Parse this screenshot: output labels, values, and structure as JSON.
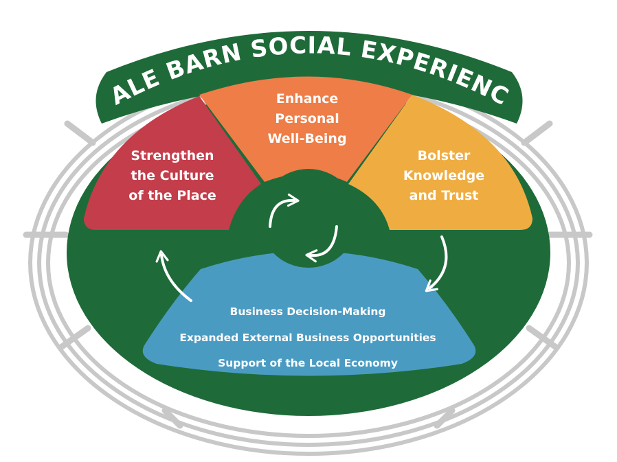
{
  "title": "SALE BARN SOCIAL EXPERIENCE",
  "segments": [
    {
      "id": "culture",
      "lines": [
        "Strengthen",
        "the Culture",
        "of the Place"
      ],
      "color": "#c43d4b"
    },
    {
      "id": "wellbeing",
      "lines": [
        "Enhance",
        "Personal",
        "Well-Being"
      ],
      "color": "#ee7d47"
    },
    {
      "id": "knowledge",
      "lines": [
        "Bolster",
        "Knowledge",
        "and Trust"
      ],
      "color": "#efad41"
    }
  ],
  "business": {
    "color": "#4a9bc2",
    "items": [
      "Business Decision-Making",
      "Expanded External Business Opportunities",
      "Support of the Local Economy"
    ]
  },
  "colors": {
    "ring_green": "#1e6b39",
    "fence_gray": "#c8c8c8",
    "text": "#ffffff"
  },
  "icons": [
    "cycle-arrows-icon",
    "fence-rail-icon"
  ]
}
